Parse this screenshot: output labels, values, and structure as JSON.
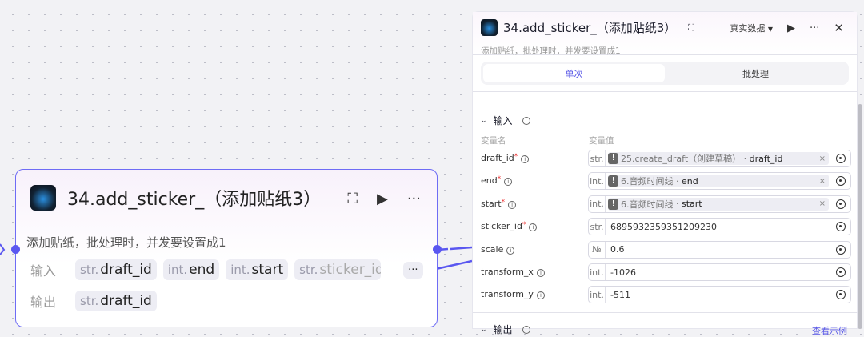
{
  "node": {
    "title": "34.add_sticker_（添加贴纸3）",
    "description": "添加贴纸，批处理时，并发要设置成1",
    "input_label": "输入",
    "output_label": "输出",
    "inputs": [
      {
        "type": "str.",
        "name": "draft_id"
      },
      {
        "type": "int.",
        "name": "end"
      },
      {
        "type": "int.",
        "name": "start"
      },
      {
        "type": "str.",
        "name": "sticker_id"
      }
    ],
    "more": "···",
    "outputs": [
      {
        "type": "str.",
        "name": "draft_id"
      }
    ],
    "icons": [
      "debug-icon",
      "play-icon",
      "more-icon"
    ]
  },
  "panel": {
    "title": "34.add_sticker_（添加贴纸3）",
    "description": "添加贴纸，批处理时，并发要设置成1",
    "data_mode": "真实数据",
    "tabs": [
      {
        "label": "单次",
        "active": true
      },
      {
        "label": "批处理",
        "active": false
      }
    ],
    "input_section": "输入",
    "col_name": "变量名",
    "col_value": "变量值",
    "params": [
      {
        "name": "draft_id",
        "required": true,
        "type": "str.",
        "ref": "25.create_draft（创建草稿）",
        "ref_field": "draft_id"
      },
      {
        "name": "end",
        "required": true,
        "type": "int.",
        "ref": "6.音频时间线",
        "ref_field": "end"
      },
      {
        "name": "start",
        "required": true,
        "type": "int.",
        "ref": "6.音频时间线",
        "ref_field": "start"
      },
      {
        "name": "sticker_id",
        "required": true,
        "type": "str.",
        "value": "6895932359351209230"
      },
      {
        "name": "scale",
        "required": false,
        "type": "№",
        "value": "0.6"
      },
      {
        "name": "transform_x",
        "required": false,
        "type": "int.",
        "value": "-1026"
      },
      {
        "name": "transform_y",
        "required": false,
        "type": "int.",
        "value": "-511"
      }
    ],
    "output_section": "输出",
    "example_link": "查看示例"
  },
  "colors": {
    "accent": "#5655e6",
    "node_border": "#6e6cf5"
  }
}
